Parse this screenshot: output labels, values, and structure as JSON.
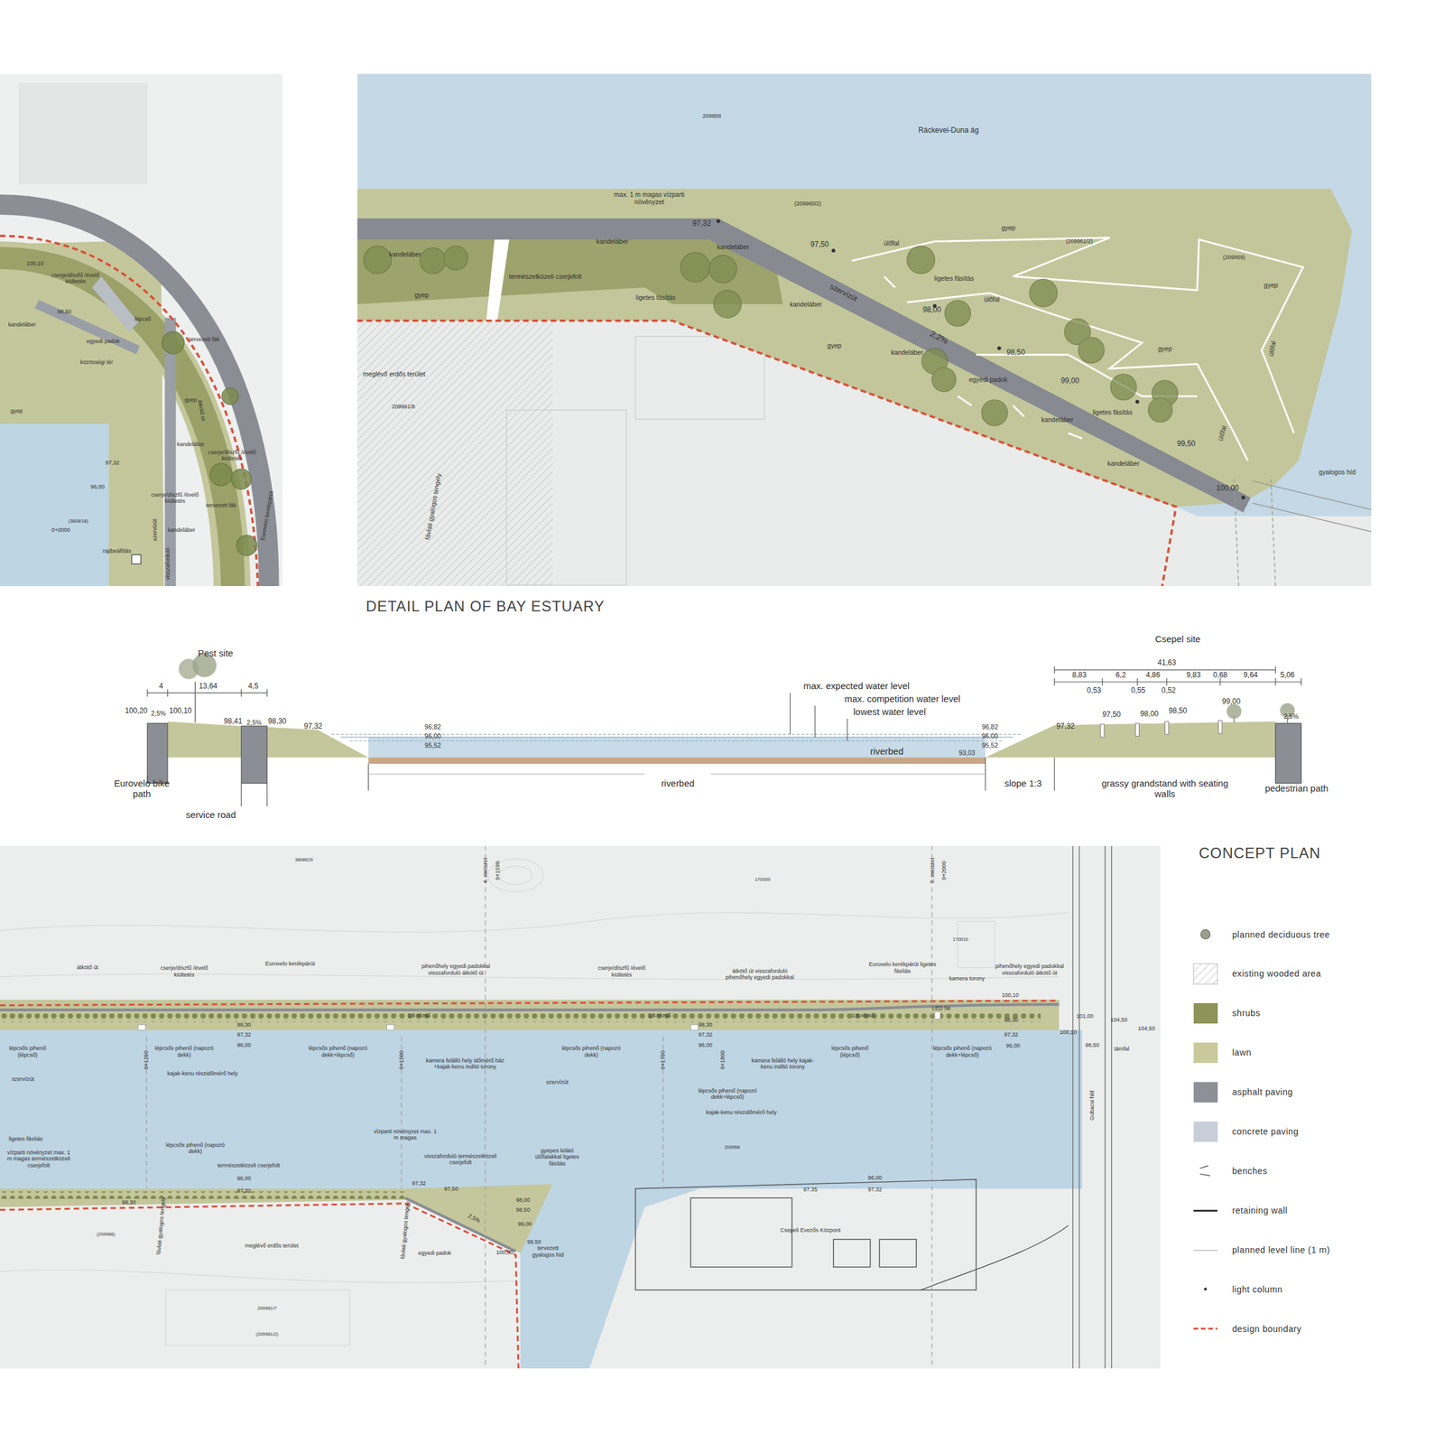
{
  "diagram": {
    "labels": [
      "100,10",
      "cserje/díszfű /évelő kiültetés",
      "98,60",
      "lépcső",
      "kandeláber",
      "egyedi padok",
      "tervezett fák",
      "közösségi tér",
      "gyep",
      "gyep",
      "átkötő út",
      "kandeláber",
      "cserje/díszfű /évelő kiültetés",
      "97,32",
      "96,00",
      "cserje/díszfű /évelő kiültetés",
      "tervezett fák",
      "kandeláber",
      "szervízút",
      "0+0000",
      "rajtbeállítás",
      "visszaforduló",
      "Eurovelo kerékpárút",
      "(3808/18)",
      "209958",
      "Ráckevei-Duna ág",
      "max. 1 m magas vízparti növényzet",
      "(209960/2)",
      "97,32",
      "gyep",
      "(209961/2)",
      "(209959)",
      "kandeláber",
      "kandeláber",
      "97,50",
      "ülőfal",
      "természetközeli cserjefolt",
      "ligetes fásítás",
      "gyep",
      "gyep",
      "ligetes fásítás",
      "kandeláber",
      "szervízút",
      "ülőfal",
      "98,00",
      "2,2%",
      "gyep",
      "kandeláber",
      "98,50",
      "gyep",
      "ülőfal",
      "meglévő erdős terület",
      "egyedi padok",
      "99,00",
      "209961/8",
      "ligetes fásítás",
      "kandeláber",
      "ülőfal",
      "99,50",
      "kandeláber",
      "gyalogos híd",
      "100,00",
      "fávlati gyalogos tengely",
      "kandeláber",
      "DETAIL PLAN OF BAY ESTUARY",
      "Pest site",
      "4",
      "13,64",
      "4,5",
      "100,20",
      "2,5%",
      "100,10",
      "98,41",
      "2,5%",
      "98,30",
      "97,32",
      "max. expected water level",
      "max. competition water level",
      "lowest water level",
      "96,82",
      "96,00",
      "95,52",
      "96,82",
      "96,00",
      "95,52",
      "riverbed",
      "93,03",
      "Csepel site",
      "41,63",
      "8,83",
      "6,2",
      "4,86",
      "9,83",
      "0,68",
      "9,64",
      "5,06",
      "0,53",
      "0,55",
      "0,52",
      "97,32",
      "97,50",
      "98,00",
      "98,50",
      "99,00",
      "2,5%",
      "Eurovelo bike path",
      "service road",
      "riverbed",
      "slope 1:3",
      "grassy grandstand with seating walls",
      "pedestrian path",
      "CONCEPT PLAN",
      "átkötő út",
      "cserje/díszfű /évelő kiültetés",
      "Eurovelo kerékpárút",
      "pihenőhely egyedi padokkal visszaforduló átkötő út",
      "cserje/díszfű /évelő kiültetés",
      "átkötő út visszaforduló pihenőhely egyedi padokkal",
      "Eurovelo kerékpárút ligetes fásítás",
      "kamera torony",
      "pihenőhely egyedi padokkal visszaforduló átkötő út",
      "LED fal",
      "100,10",
      "98,30",
      "97,32",
      "96,00",
      "1:6 rézsű",
      "98,30",
      "97,32",
      "96,00",
      "1:6 rézsű",
      "1:6 rézsű",
      "98,30",
      "97,32",
      "96,00",
      "101,00",
      "104,50",
      "104,50",
      "100,10",
      "98,50",
      "támfal",
      "lépcsős pihenő (lépcső)",
      "lépcsős pihenő (napozó dekk)",
      "lépcsős pihenő (napozó dekk+lépcső)",
      "kamera felálló hely időmérő ház +kajak-kenu indító torony",
      "lépcsős pihenő (napozó dekk)",
      "kamera felálló hely kajak-kenu indító torony",
      "lépcsős pihenő (lépcső)",
      "lépcsős pihenő (napozó dekk+lépcső)",
      "kajak-kenu részidőmérő hely",
      "szervízút",
      "szervízút",
      "0+1250",
      "0+1500",
      "0+1750",
      "0+1800",
      "lépcsős pihenő (napozó dekk+lépcső)",
      "kajak-kenu részidőmérő hely",
      "Gubacsi híd",
      "4. metszet",
      "0+1590",
      "5. metszet",
      "0+2000",
      "ligetes fásítás",
      "vízparti növényzet max. 1 m magas természetközeli cserjefolt",
      "lépcsős pihenő (napozó dekk)",
      "természetközeli cserjefolt",
      "vízparti növényzet max. 1 m magas",
      "visszaforduló természetközeli cserjefolt",
      "gyepes lelátó ülőfalakkal ligetes fásítás",
      "209958",
      "96,00",
      "97,32",
      "98,30",
      "97,32",
      "97,50",
      "98,00",
      "98,50",
      "99,00",
      "2,5%",
      "99,50",
      "100,00",
      "meglévő erdős terület",
      "egyedi padok",
      "tervezett gyalogos híd",
      "96,00",
      "97,35",
      "97,32",
      "Csepeli Evezős Központ",
      "fávlati gyalogos tengely",
      "fávlati gyalogos tengely",
      "(209966)",
      "209961/7",
      "(209961/2)",
      "170010",
      "3808629",
      "170009"
    ],
    "legend": [
      {
        "text": "planned deciduous tree"
      },
      {
        "text": "existing wooded area"
      },
      {
        "text": "shrubs",
        "color": "#8c9457"
      },
      {
        "text": "lawn",
        "color": "#c9c99b"
      },
      {
        "text": "asphalt paving",
        "color": "#8e9098"
      },
      {
        "text": "concrete paving",
        "color": "#c9cfd9"
      },
      {
        "text": "benches"
      },
      {
        "text": "retaining wall"
      },
      {
        "text": "planned level line (1 m)"
      },
      {
        "text": "light column"
      },
      {
        "text": "design boundary"
      }
    ]
  }
}
